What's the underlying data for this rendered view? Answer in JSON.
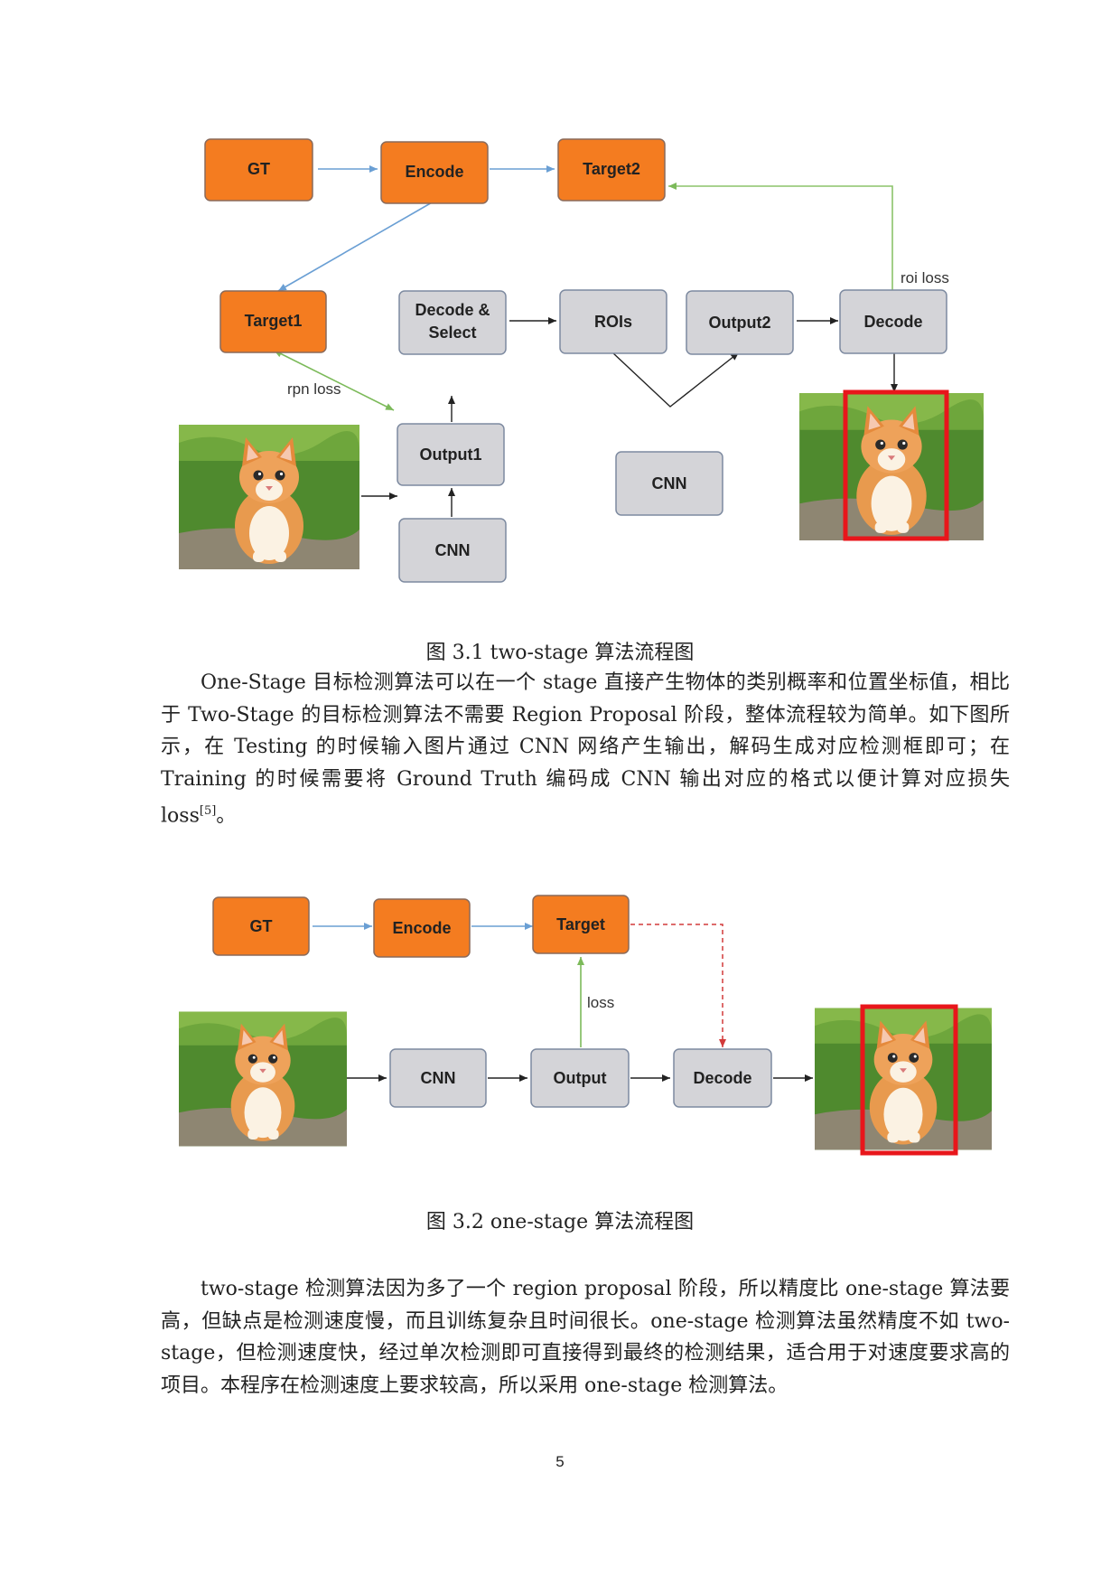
{
  "figure1": {
    "boxes": {
      "gt": "GT",
      "encode": "Encode",
      "target2": "Target2",
      "target1": "Target1",
      "decode_select_line1": "Decode &",
      "decode_select_line2": "Select",
      "rois": "ROIs",
      "output2": "Output2",
      "decode": "Decode",
      "output1": "Output1",
      "cnn_mid": "CNN",
      "cnn_bottom": "CNN"
    },
    "labels": {
      "roi_loss": "roi loss",
      "rpn_loss": "rpn loss"
    },
    "caption": "图 3.1  two-stage 算法流程图"
  },
  "paragraph1": {
    "text": "One-Stage 目标检测算法可以在一个 stage 直接产生物体的类别概率和位置坐标值，相比于 Two-Stage 的目标检测算法不需要 Region Proposal 阶段，整体流程较为简单。如下图所示，在 Testing 的时候输入图片通过 CNN 网络产生输出，解码生成对应检测框即可；在 Training 的时候需要将 Ground Truth 编码成 CNN 输出对应的格式以便计算对应损失 loss",
    "citation": "[5]",
    "end": "。"
  },
  "figure2": {
    "boxes": {
      "gt": "GT",
      "encode": "Encode",
      "target": "Target",
      "cnn": "CNN",
      "output": "Output",
      "decode": "Decode"
    },
    "labels": {
      "loss": "loss"
    },
    "caption": "图 3.2  one-stage 算法流程图"
  },
  "paragraph2": {
    "text": "two-stage 检测算法因为多了一个 region proposal 阶段，所以精度比 one-stage 算法要高，但缺点是检测速度慢，而且训练复杂且时间很长。one-stage 检测算法虽然精度不如 two-stage，但检测速度快，经过单次检测即可直接得到最终的检测结果，适合用于对速度要求高的项目。本程序在检测速度上要求较高，所以采用 one-stage 检测算法。"
  },
  "page_number": "5",
  "colors": {
    "orange_box": "#f47c20",
    "gray_box": "#d4d4d8",
    "blue_arrow": "#6a9fd4",
    "green_arrow": "#8cc36a",
    "red_box": "#e8161b"
  }
}
